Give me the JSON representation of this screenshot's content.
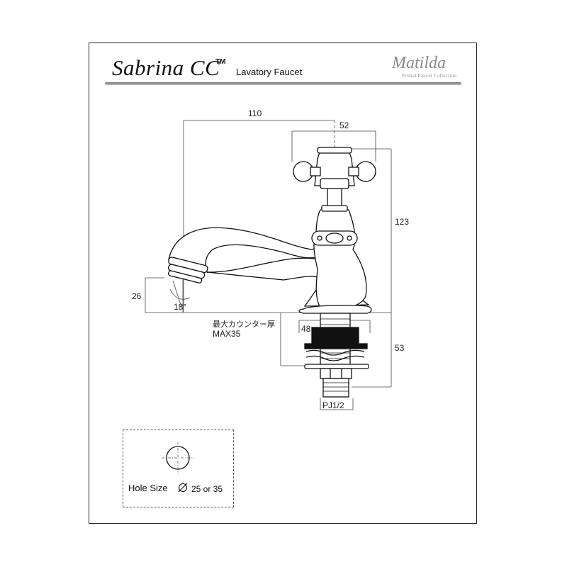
{
  "header": {
    "product_name": "Sabrina CC",
    "trademark": "TM",
    "subtitle": "Lavatory Faucet",
    "brand": "Matilda",
    "brand_tagline": "Primal Faucet Collection"
  },
  "dimensions": {
    "spout_reach": "110",
    "handle_width": "52",
    "height": "123",
    "spout_height": "26",
    "spout_angle": "18°",
    "base_diameter": "48",
    "shank_length": "53",
    "counter_note_jp": "最大カウンター厚",
    "counter_note_max": "MAX35",
    "thread": "PJ1/2"
  },
  "hole": {
    "label": "Hole Size",
    "value": "25 or 35"
  }
}
